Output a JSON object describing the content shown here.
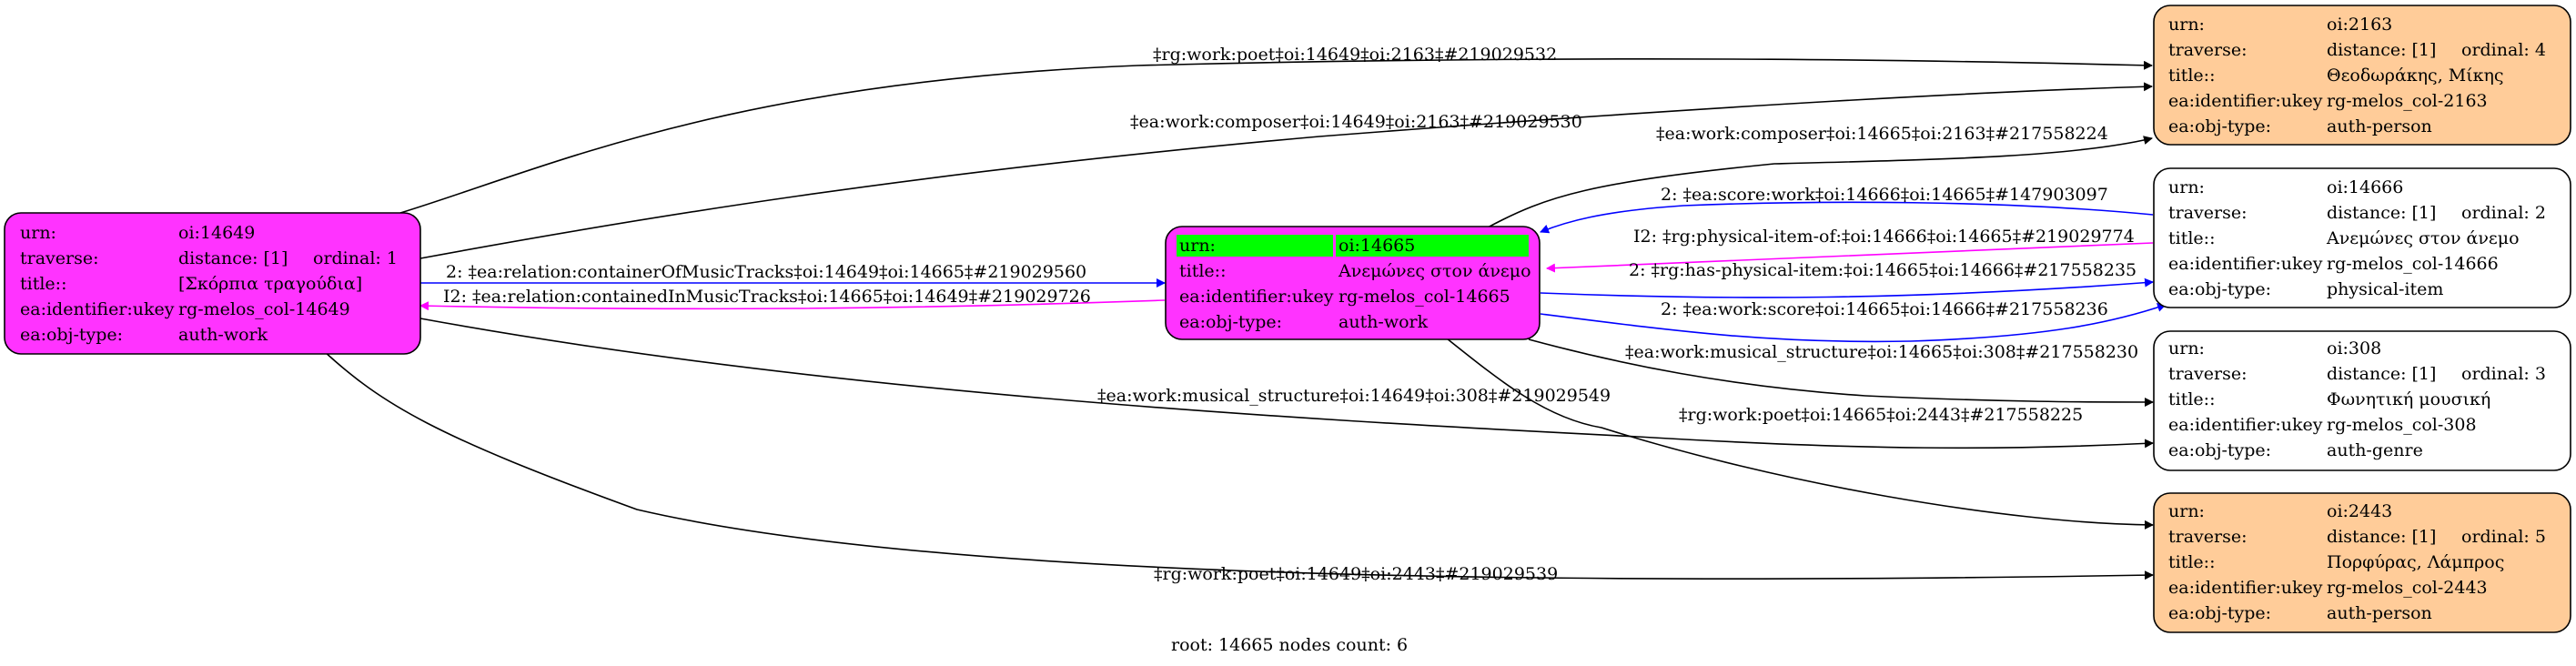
{
  "graph": {
    "footer": "root: 14665 nodes count: 6",
    "colors": {
      "work": "#ff33ff",
      "person": "#ffcc99",
      "neutral": "#ffffff",
      "root_highlight": "#00ff00",
      "edge_default": "#000000",
      "edge_blue": "#0000ff",
      "edge_magenta": "#ff00ff"
    },
    "nodes": [
      {
        "id": "n14649",
        "kind": "work",
        "rows": [
          {
            "key": "urn:",
            "value": "oi:14649"
          },
          {
            "key": "traverse:",
            "value": "distance: [1]",
            "extra": "ordinal: 1"
          },
          {
            "key": "title::",
            "value": "[Σκόρπια τραγούδια]"
          },
          {
            "key": "ea:identifier:ukey",
            "value": "rg-melos_col-14649"
          },
          {
            "key": "ea:obj-type:",
            "value": "auth-work"
          }
        ]
      },
      {
        "id": "n14665",
        "kind": "work",
        "root": true,
        "rows": [
          {
            "key": "urn:",
            "value": "oi:14665"
          },
          {
            "key": "title::",
            "value": "Ανεμώνες στον άνεμο"
          },
          {
            "key": "ea:identifier:ukey",
            "value": "rg-melos_col-14665"
          },
          {
            "key": "ea:obj-type:",
            "value": "auth-work"
          }
        ]
      },
      {
        "id": "n2163",
        "kind": "person",
        "rows": [
          {
            "key": "urn:",
            "value": "oi:2163"
          },
          {
            "key": "traverse:",
            "value": "distance: [1]",
            "extra": "ordinal: 4"
          },
          {
            "key": "title::",
            "value": "Θεοδωράκης, Μίκης"
          },
          {
            "key": "ea:identifier:ukey",
            "value": "rg-melos_col-2163"
          },
          {
            "key": "ea:obj-type:",
            "value": "auth-person"
          }
        ]
      },
      {
        "id": "n14666",
        "kind": "neutral",
        "rows": [
          {
            "key": "urn:",
            "value": "oi:14666"
          },
          {
            "key": "traverse:",
            "value": "distance: [1]",
            "extra": "ordinal: 2"
          },
          {
            "key": "title::",
            "value": "Ανεμώνες στον άνεμο"
          },
          {
            "key": "ea:identifier:ukey",
            "value": "rg-melos_col-14666"
          },
          {
            "key": "ea:obj-type:",
            "value": "physical-item"
          }
        ]
      },
      {
        "id": "n308",
        "kind": "neutral",
        "rows": [
          {
            "key": "urn:",
            "value": "oi:308"
          },
          {
            "key": "traverse:",
            "value": "distance: [1]",
            "extra": "ordinal: 3"
          },
          {
            "key": "title::",
            "value": "Φωνητική μουσική"
          },
          {
            "key": "ea:identifier:ukey",
            "value": "rg-melos_col-308"
          },
          {
            "key": "ea:obj-type:",
            "value": "auth-genre"
          }
        ]
      },
      {
        "id": "n2443",
        "kind": "person",
        "rows": [
          {
            "key": "urn:",
            "value": "oi:2443"
          },
          {
            "key": "traverse:",
            "value": "distance: [1]",
            "extra": "ordinal: 5"
          },
          {
            "key": "title::",
            "value": "Πορφύρας, Λάμπρος"
          },
          {
            "key": "ea:identifier:ukey",
            "value": "rg-melos_col-2443"
          },
          {
            "key": "ea:obj-type:",
            "value": "auth-person"
          }
        ]
      }
    ],
    "edges": [
      {
        "id": "e1",
        "from": "n14649",
        "to": "n2163",
        "color": "default",
        "label": "‡rg:work:poet‡oi:14649‡oi:2163‡#219029532"
      },
      {
        "id": "e2",
        "from": "n14649",
        "to": "n2163",
        "color": "default",
        "label": "‡ea:work:composer‡oi:14649‡oi:2163‡#219029530"
      },
      {
        "id": "e3",
        "from": "n14665",
        "to": "n2163",
        "color": "default",
        "label": "‡ea:work:composer‡oi:14665‡oi:2163‡#217558224"
      },
      {
        "id": "e4",
        "from": "n14666",
        "to": "n14665",
        "color": "blue",
        "label": "2: ‡ea:score:work‡oi:14666‡oi:14665‡#147903097"
      },
      {
        "id": "e5",
        "from": "n14666",
        "to": "n14665",
        "color": "magenta",
        "label": "I2: ‡rg:physical-item-of:‡oi:14666‡oi:14665‡#219029774"
      },
      {
        "id": "e6",
        "from": "n14665",
        "to": "n14666",
        "color": "blue",
        "label": "2: ‡rg:has-physical-item:‡oi:14665‡oi:14666‡#217558235"
      },
      {
        "id": "e7",
        "from": "n14665",
        "to": "n14666",
        "color": "blue",
        "label": "2: ‡ea:work:score‡oi:14665‡oi:14666‡#217558236"
      },
      {
        "id": "e8",
        "from": "n14649",
        "to": "n14665",
        "color": "blue",
        "label": "2: ‡ea:relation:containerOfMusicTracks‡oi:14649‡oi:14665‡#219029560"
      },
      {
        "id": "e9",
        "from": "n14665",
        "to": "n14649",
        "color": "magenta",
        "label": "I2: ‡ea:relation:containedInMusicTracks‡oi:14665‡oi:14649‡#219029726"
      },
      {
        "id": "e10",
        "from": "n14665",
        "to": "n308",
        "color": "default",
        "label": "‡ea:work:musical_structure‡oi:14665‡oi:308‡#217558230"
      },
      {
        "id": "e11",
        "from": "n14649",
        "to": "n308",
        "color": "default",
        "label": "‡ea:work:musical_structure‡oi:14649‡oi:308‡#219029549"
      },
      {
        "id": "e12",
        "from": "n14665",
        "to": "n2443",
        "color": "default",
        "label": "‡rg:work:poet‡oi:14665‡oi:2443‡#217558225"
      },
      {
        "id": "e13",
        "from": "n14649",
        "to": "n2443",
        "color": "default",
        "label": "‡rg:work:poet‡oi:14649‡oi:2443‡#219029539"
      }
    ]
  }
}
